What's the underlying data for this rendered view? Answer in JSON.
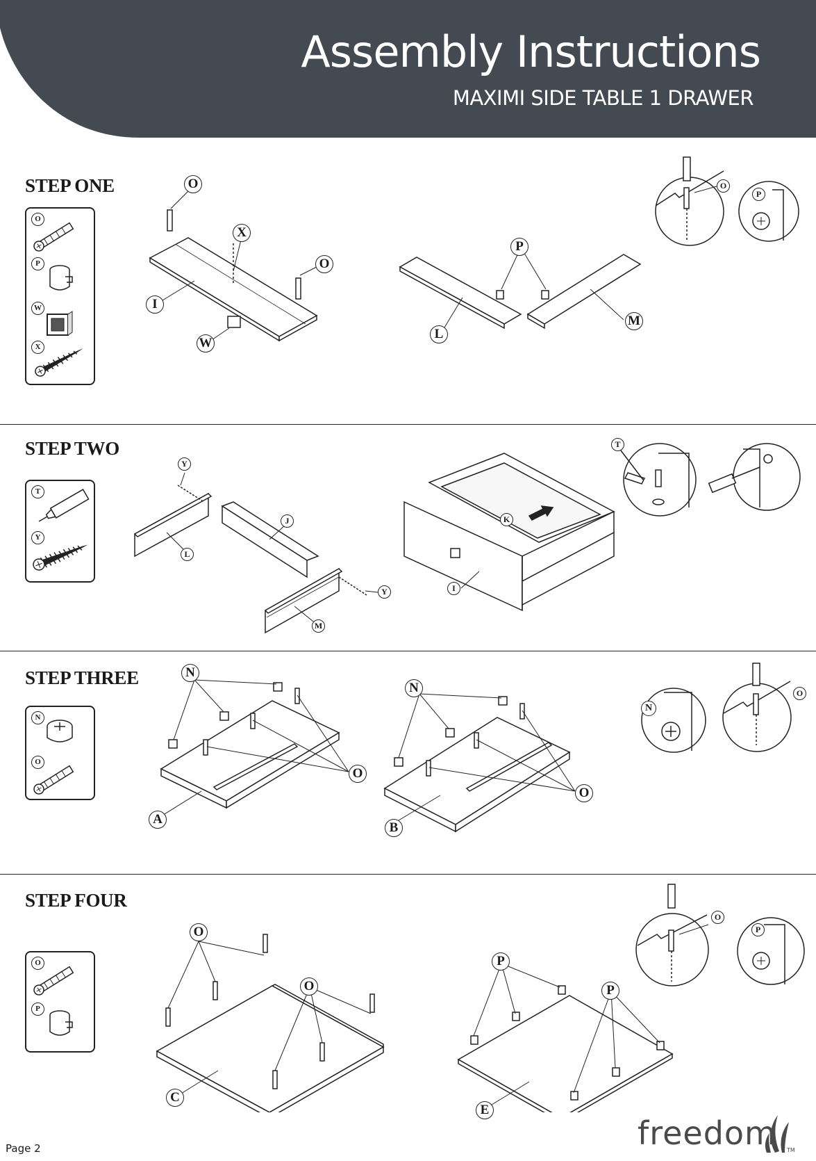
{
  "header": {
    "title": "Assembly Instructions",
    "subtitle": "MAXIMI SIDE TABLE 1 DRAWER",
    "band_color": "#434a51"
  },
  "steps": [
    {
      "title": "STEP ONE",
      "parts": [
        "O",
        "P",
        "W",
        "X"
      ],
      "callouts": [
        "O",
        "X",
        "O",
        "I",
        "W",
        "P",
        "L",
        "M",
        "O",
        "P"
      ]
    },
    {
      "title": "STEP TWO",
      "parts": [
        "T",
        "Y"
      ],
      "callouts": [
        "Y",
        "J",
        "L",
        "Y",
        "M",
        "K",
        "I",
        "T"
      ]
    },
    {
      "title": "STEP THREE",
      "parts": [
        "N",
        "O"
      ],
      "callouts": [
        "N",
        "O",
        "A",
        "N",
        "O",
        "B",
        "N",
        "O"
      ]
    },
    {
      "title": "STEP FOUR",
      "parts": [
        "O",
        "P"
      ],
      "callouts": [
        "O",
        "O",
        "C",
        "P",
        "P",
        "E",
        "O",
        "P"
      ]
    }
  ],
  "footer": {
    "page": "Page 2",
    "brand": "freedom",
    "trademark": "TM"
  }
}
